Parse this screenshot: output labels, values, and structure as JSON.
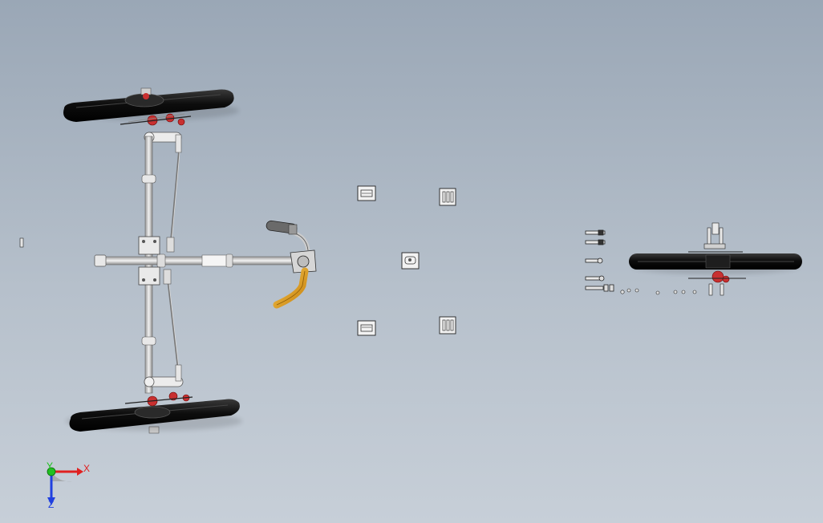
{
  "viewport": {
    "background_top": "#9aa7b6",
    "background_bottom": "#c7cfd8"
  },
  "triad": {
    "x_label": "X",
    "y_label": "Y",
    "z_label": "Z",
    "x_color": "#e02020",
    "y_color": "#20c020",
    "z_color": "#2040e0"
  },
  "colors": {
    "tire": "#111111",
    "frame": "#d8d8d8",
    "hub_red": "#c83030",
    "handle_orange": "#e0a020"
  },
  "icons": [
    "assembly-model",
    "coordinate-triad-icon"
  ]
}
